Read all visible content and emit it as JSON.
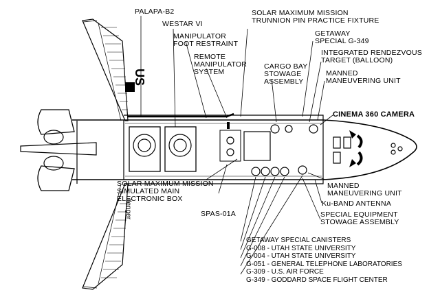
{
  "labels": {
    "palapa": "PALAPA-B2",
    "westar": "WESTAR VI",
    "manip_foot": [
      "MANIPULATOR",
      "FOOT RESTRAINT"
    ],
    "rms": [
      "REMOTE",
      "MANIPULATOR",
      "SYSTEM"
    ],
    "smm_trunnion": [
      "SOLAR MAXIMUM MISSION",
      "TRUNNION PIN PRACTICE FIXTURE"
    ],
    "getaway_g349": [
      "GETAWAY",
      "SPECIAL G-349"
    ],
    "rendezvous": [
      "INTEGRATED RENDEZVOUS",
      "TARGET (BALLOON)"
    ],
    "cargo_stowage": [
      "CARGO BAY",
      "STOWAGE",
      "ASSEMBLY"
    ],
    "mmu_top": [
      "MANNED",
      "MANEUVERING UNIT"
    ],
    "cinema": "CINEMA 360 CAMERA",
    "smm_box": [
      "SOLAR MAXIMUM MISSION",
      "SIMULATED MAIN",
      "ELECTRONIC BOX"
    ],
    "mmu_bottom": [
      "MANNED",
      "MANEUVERING UNIT"
    ],
    "ku_band": "Ku-BAND ANTENNA",
    "special_equipment": [
      "SPECIAL EQUIPMENT",
      "STOWAGE ASSEMBLY"
    ],
    "spas": "SPAS-01A",
    "wing_us": "US",
    "wing_name": "llenger"
  },
  "getaway_canisters": {
    "title": "GETAWAY SPECIAL CANISTERS",
    "items": [
      "G-008 - UTAH STATE UNIVERSITY",
      "G-004 - UTAH STATE UNIVERSITY",
      "G-051 - GENERAL TELEPHONE LABORATORIES",
      "G-309 - U.S. AIR FORCE",
      "G-349 - GODDARD SPACE FLIGHT CENTER"
    ]
  }
}
